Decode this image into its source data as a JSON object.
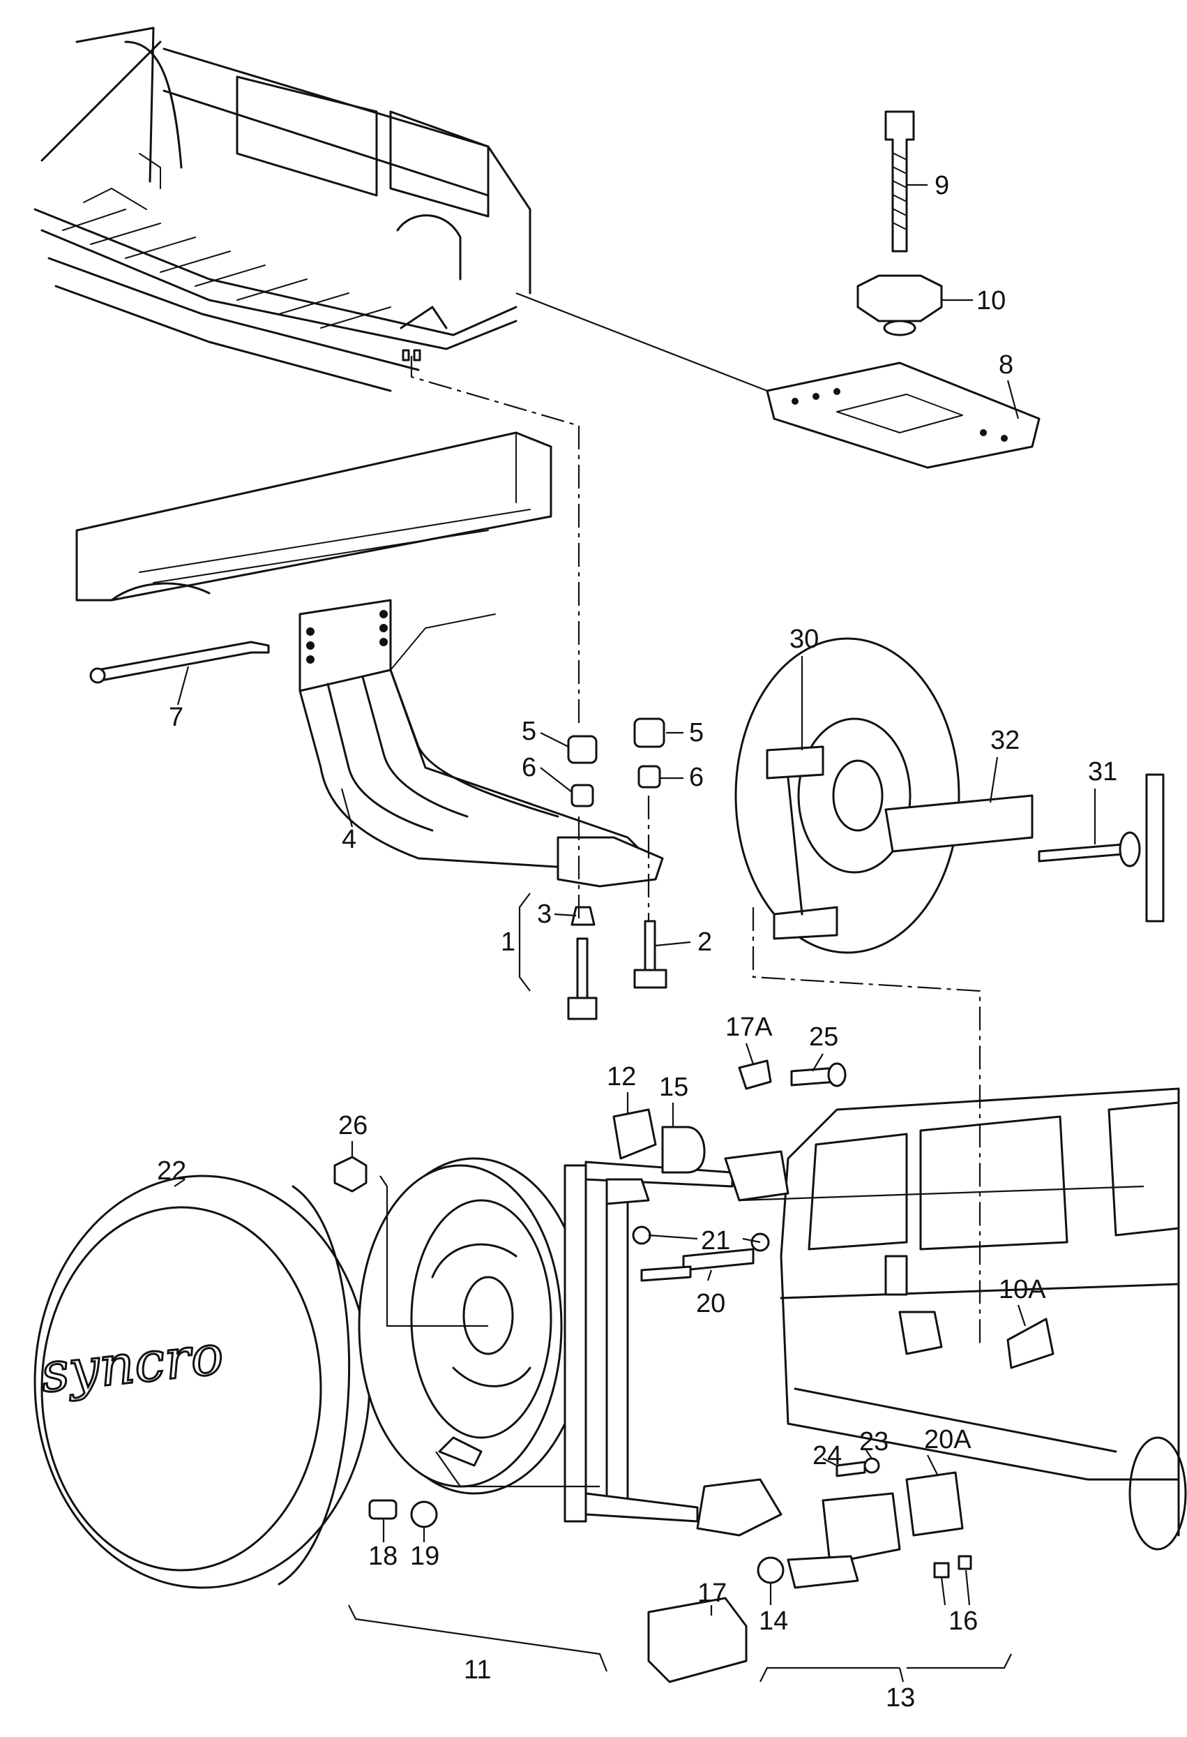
{
  "callouts": {
    "c1": "1",
    "c2": "2",
    "c3": "3",
    "c4": "4",
    "c5a": "5",
    "c5b": "5",
    "c6a": "6",
    "c6b": "6",
    "c7": "7",
    "c8": "8",
    "c9": "9",
    "c10": "10",
    "c10A": "10A",
    "c11": "11",
    "c12": "12",
    "c13": "13",
    "c14": "14",
    "c15": "15",
    "c16": "16",
    "c17": "17",
    "c17A": "17A",
    "c18": "18",
    "c19": "19",
    "c20": "20",
    "c20A": "20A",
    "c21": "21",
    "c22": "22",
    "c23": "23",
    "c24": "24",
    "c25": "25",
    "c26": "26",
    "c30": "30",
    "c31": "31",
    "c32": "32"
  },
  "cover_logo": "syncro"
}
